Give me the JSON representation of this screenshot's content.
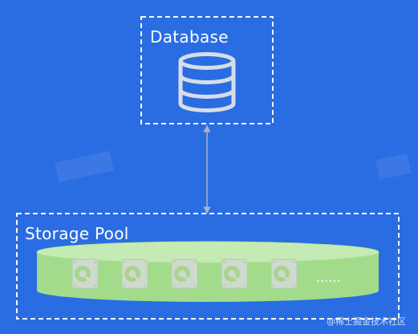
{
  "database": {
    "label": "Database",
    "icon": "database-icon"
  },
  "storage_pool": {
    "label": "Storage Pool",
    "disk_icon": "hard-disk-icon",
    "disk_count": 5,
    "more_label": "......"
  },
  "connector": {
    "type": "bidirectional-arrow"
  },
  "watermark": {
    "text": "@稀土掘金技术社区"
  },
  "colors": {
    "background": "#2a6de2",
    "box_border": "#ffffff",
    "database_icon": "#d7dde8",
    "arrow": "#a9b4c6",
    "pool_fill": "#a2dc8a",
    "pool_top": "#c5ebb4",
    "disk_fill": "#cfdace"
  }
}
